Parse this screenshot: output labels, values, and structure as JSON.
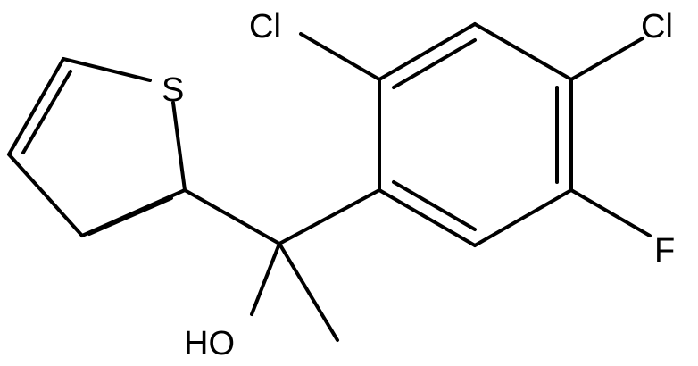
{
  "molecule": {
    "atoms": {
      "s": "S",
      "cl_top": "Cl",
      "cl_right": "Cl",
      "f": "F",
      "oh": "HO"
    }
  },
  "colors": {
    "bond": "#000000",
    "label": "#000000",
    "background": "#ffffff"
  }
}
